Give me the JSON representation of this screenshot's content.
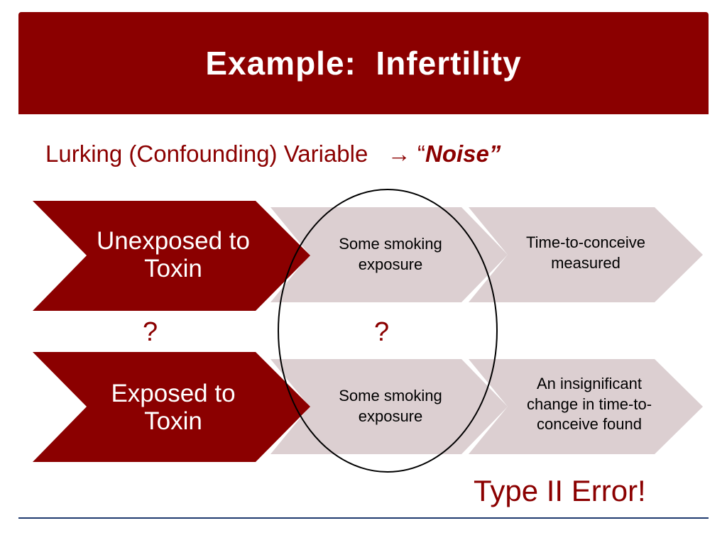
{
  "slide": {
    "title": "Example:  Infertility",
    "subtitle_prefix": "Lurking (Confounding) Variable   → “",
    "subtitle_noise": "Noise”",
    "conclusion": "Type II Error!"
  },
  "rows": [
    {
      "group": "Unexposed to Toxin",
      "confounder": "Some smoking exposure",
      "outcome": "Time-to-conceive measured"
    },
    {
      "group": "Exposed to Toxin",
      "confounder": "Some smoking exposure",
      "outcome": "An insignificant change in time-to-conceive found"
    }
  ],
  "question_marks": [
    "?",
    "?"
  ],
  "colors": {
    "accent": "#8b0000",
    "chevron_light": "#dccfd1",
    "rule": "#1f3a6e"
  }
}
